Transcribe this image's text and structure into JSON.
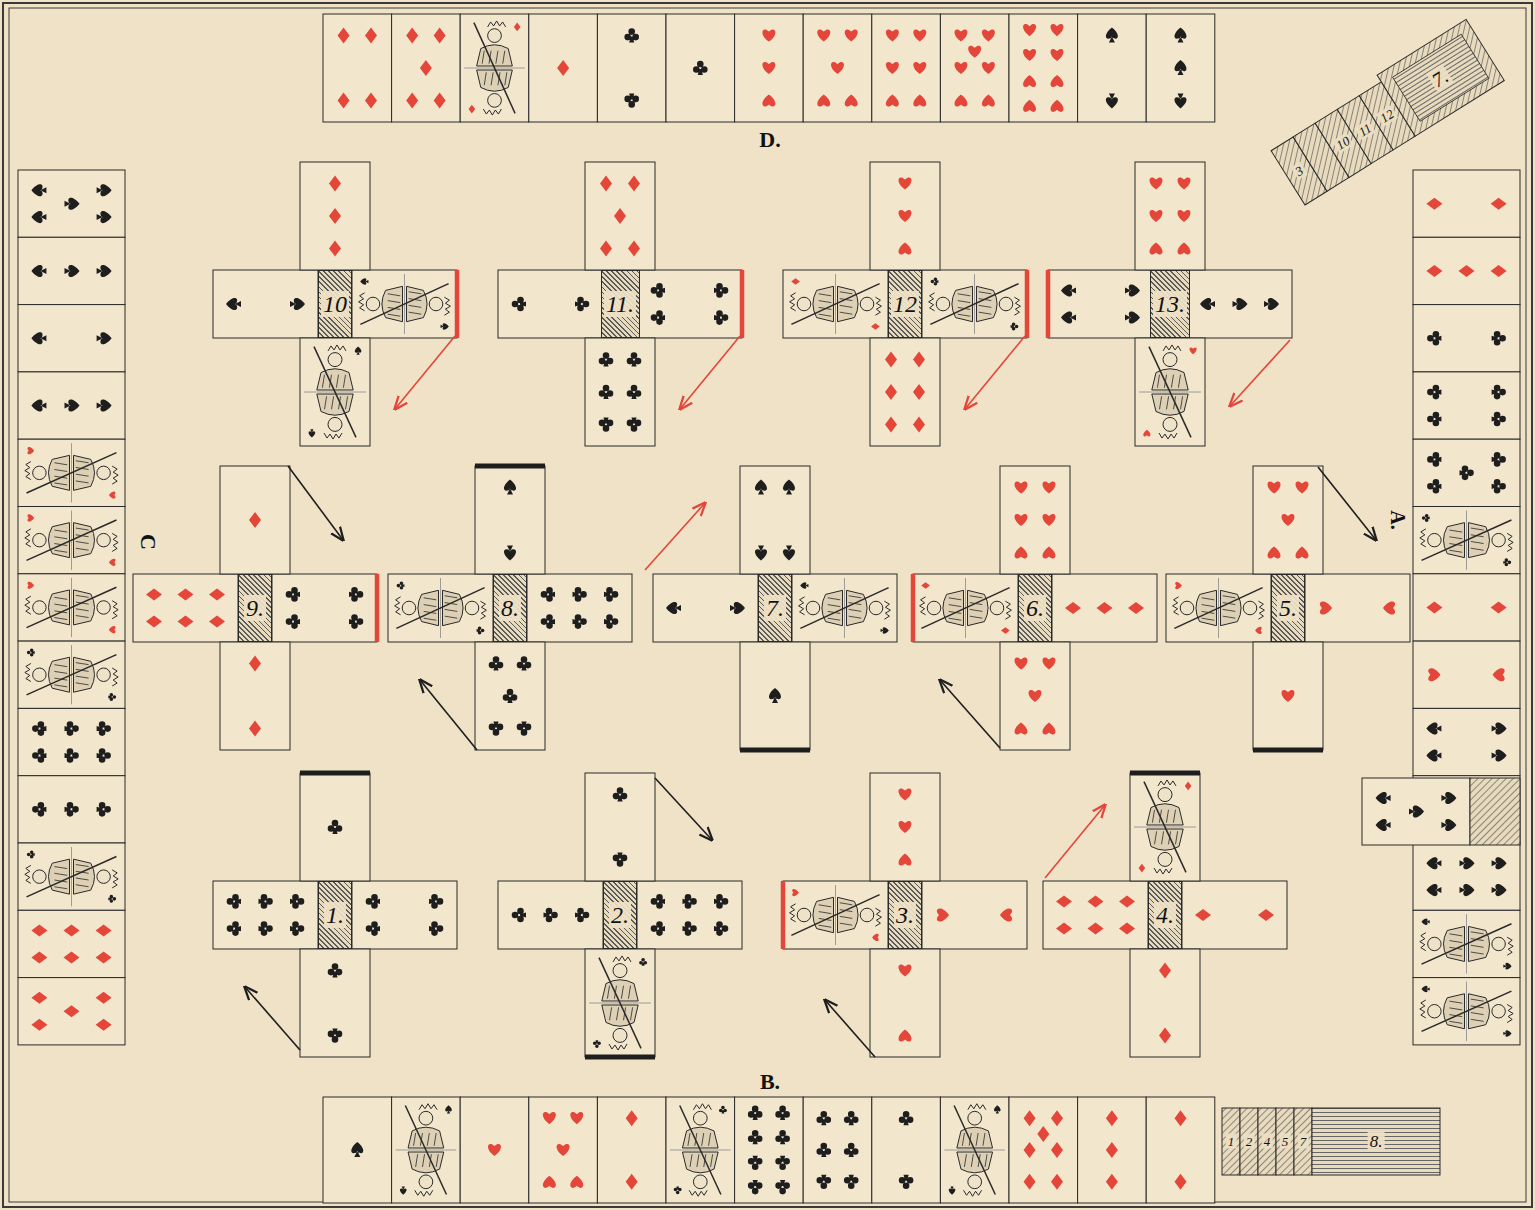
{
  "diagram": {
    "nodes": [
      {
        "text": [
          "10"
        ]
      },
      {
        "text": [
          "11."
        ]
      },
      {
        "text": [
          "12"
        ]
      },
      {
        "text": [
          "13."
        ]
      },
      {
        "text": [
          "9."
        ]
      },
      {
        "text": [
          "8."
        ]
      },
      {
        "text": [
          "7."
        ]
      },
      {
        "text": [
          "6."
        ]
      },
      {
        "text": [
          "5."
        ]
      },
      {
        "text": [
          "1."
        ]
      },
      {
        "text": [
          "2."
        ]
      },
      {
        "text": [
          "3."
        ]
      },
      {
        "text": [
          "4."
        ]
      }
    ],
    "labels": [
      "D.",
      "C",
      "A.",
      "B.",
      "7.",
      "3",
      "10",
      "11",
      "12",
      "1",
      "2",
      "4",
      "5",
      "7",
      "8."
    ]
  }
}
